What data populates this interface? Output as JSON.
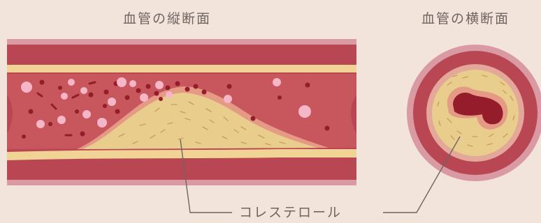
{
  "labels": {
    "longitudinal_title": "血管の縦断面",
    "cross_title": "血管の横断面",
    "plaque_label": "コレステロール"
  },
  "colors": {
    "background": "#f2e4da",
    "outer_wall": "#d99aa3",
    "vessel_wall": "#b84753",
    "media_band": "#f0d395",
    "lumen": "#c7575c",
    "plaque": "#e8cd8c",
    "blood_cell_dark": "#951c2b",
    "blood_cell_pink": "#f6b6c8",
    "leader_line": "#6e6462"
  }
}
